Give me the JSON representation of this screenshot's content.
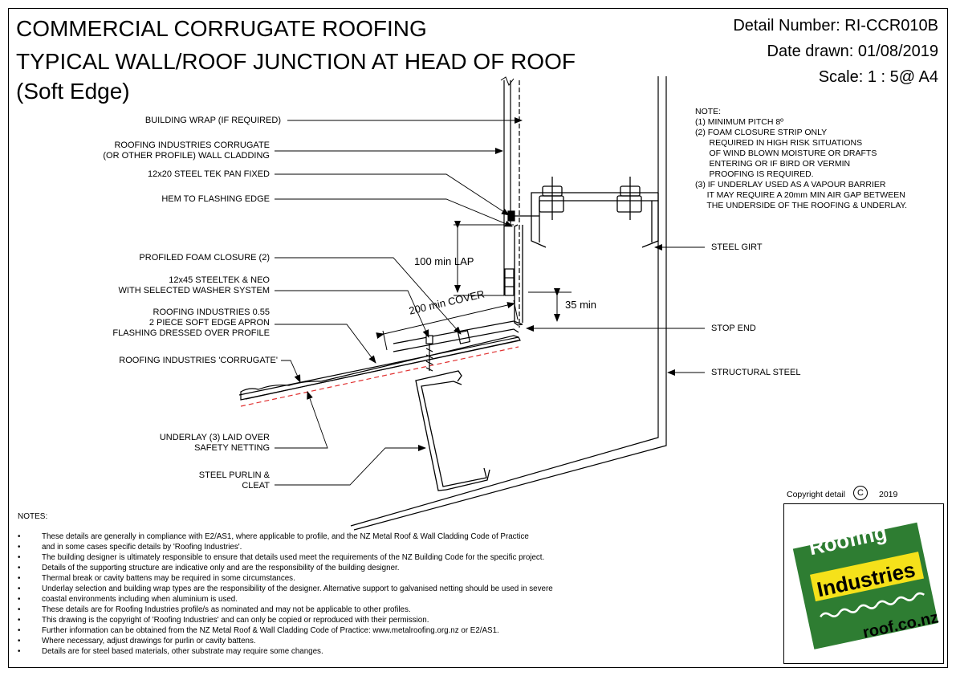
{
  "title": {
    "line1": "COMMERCIAL CORRUGATE ROOFING",
    "line2": "TYPICAL WALL/ROOF JUNCTION AT HEAD OF ROOF",
    "line3": "(Soft Edge)"
  },
  "header": {
    "detail_number": "Detail Number:  RI-CCR010B",
    "date_drawn": "Date drawn:  01/08/2019",
    "scale": "Scale:   1 : 5@ A4"
  },
  "design_notes": {
    "heading": "NOTE:",
    "lines": [
      "(1) MINIMUM PITCH 8º",
      "(2) FOAM CLOSURE STRIP ONLY",
      "      REQUIRED IN HIGH RISK SITUATIONS",
      "      OF WIND BLOWN MOISTURE OR DRAFTS",
      "      ENTERING OR IF BIRD OR VERMIN",
      "      PROOFING IS REQUIRED.",
      "(3) IF UNDERLAY USED AS A VAPOUR BARRIER",
      "     IT MAY REQUIRE A 20mm MIN AIR GAP BETWEEN",
      "     THE UNDERSIDE OF THE ROOFING & UNDERLAY."
    ]
  },
  "labels_left": {
    "building_wrap": "BUILDING WRAP (IF REQUIRED)",
    "wall_cladding_1": "ROOFING INDUSTRIES CORRUGATE",
    "wall_cladding_2": "(OR OTHER PROFILE) WALL CLADDING",
    "tek_pan": "12x20 STEEL TEK PAN FIXED",
    "hem": "HEM TO FLASHING EDGE",
    "foam_closure": "PROFILED FOAM CLOSURE (2)",
    "steeltek_1": "12x45 STEELTEK & NEO",
    "steeltek_2": "WITH SELECTED WASHER SYSTEM",
    "apron_1": "ROOFING INDUSTRIES 0.55",
    "apron_2": "2 PIECE SOFT EDGE APRON",
    "apron_3": "FLASHING DRESSED OVER PROFILE",
    "corrugate": "ROOFING INDUSTRIES 'CORRUGATE'",
    "underlay_1": "UNDERLAY (3) LAID OVER",
    "underlay_2": "SAFETY NETTING",
    "purlin_1": "STEEL PURLIN &",
    "purlin_2": "CLEAT"
  },
  "labels_right": {
    "steel_girt": "STEEL GIRT",
    "stop_end": "STOP END",
    "structural_steel": "STRUCTURAL STEEL"
  },
  "dimensions": {
    "lap": "100 min LAP",
    "cover": "200 min COVER",
    "upstand": "35 min"
  },
  "notes": {
    "heading": "NOTES:",
    "items": [
      "These details are generally in compliance with E2/AS1, where applicable to profile, and the NZ Metal Roof & Wall Cladding Code of Practice",
      "and in some cases specific details by 'Roofing Industries'.",
      "The building designer is ultimately responsible to ensure that details used meet the requirements of the NZ Building Code for the specific project.",
      "Details of the supporting structure are indicative only and are the responsibility of the building designer.",
      "Thermal break or cavity battens may be required in some circumstances.",
      "Underlay selection and building wrap types are the responsibility of the designer. Alternative support to galvanised netting should be used in severe",
      "coastal environments including when aluminium is used.",
      "These details are for Roofing Industries profile/s as nominated and may not be applicable to other profiles.",
      "This drawing is the copyright of 'Roofing Industries' and can only be copied or reproduced with their permission.",
      "Further information can be obtained from the NZ Metal Roof & Wall Cladding Code of Practice: www.metalroofing.org.nz or E2/AS1.",
      "Where necessary, adjust drawings for purlin or cavity battens.",
      "Details are for steel based materials, other substrate may require some changes."
    ]
  },
  "copyright": {
    "label": "Copyright detail",
    "symbol": "C",
    "year": "2019"
  },
  "logo": {
    "word1": "Roofing",
    "word2": "Industries",
    "url": "roof.co.nz",
    "green": "#2e7d32",
    "yellow": "#f5e11a"
  },
  "colors": {
    "underlay_dash": "#e03030"
  }
}
